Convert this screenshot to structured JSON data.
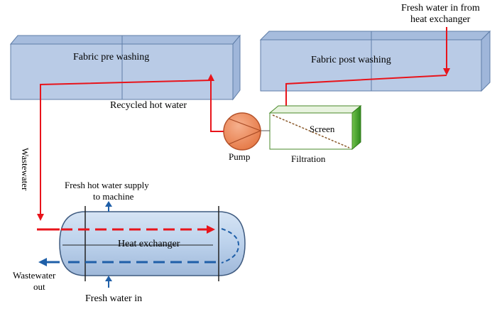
{
  "labels": {
    "fabric_pre_washing": "Fabric pre washing",
    "fabric_post_washing": "Fabric post washing",
    "recycled_hot_water": "Recycled hot water",
    "pump": "Pump",
    "screen": "Screen",
    "filtration": "Filtration",
    "fresh_water_from_hx_line1": "Fresh water in from",
    "fresh_water_from_hx_line2": "heat exchanger",
    "wastewater": "Wastewater",
    "fresh_hot_supply_line1": "Fresh hot water supply",
    "fresh_hot_supply_line2": "to machine",
    "heat_exchanger": "Heat exchanger",
    "wastewater_out_line1": "Wastewater",
    "wastewater_out_line2": "out",
    "fresh_water_in": "Fresh water in"
  },
  "colors": {
    "tank_front": "#b9cbe6",
    "tank_top": "#a6bcdd",
    "tank_side": "#9fb6da",
    "tank_edge": "#5f7ea8",
    "hot_line": "#e8141b",
    "cold_line": "#1f5fa8",
    "pump_fill": "#ef8e63",
    "pump_edge": "#b5532b",
    "screen_face": "#ffffff",
    "screen_side": "#4ea52d",
    "screen_dash": "#8b5a2b",
    "hx_fill": "#bcd2ec",
    "hx_edge": "#3f5b80"
  }
}
